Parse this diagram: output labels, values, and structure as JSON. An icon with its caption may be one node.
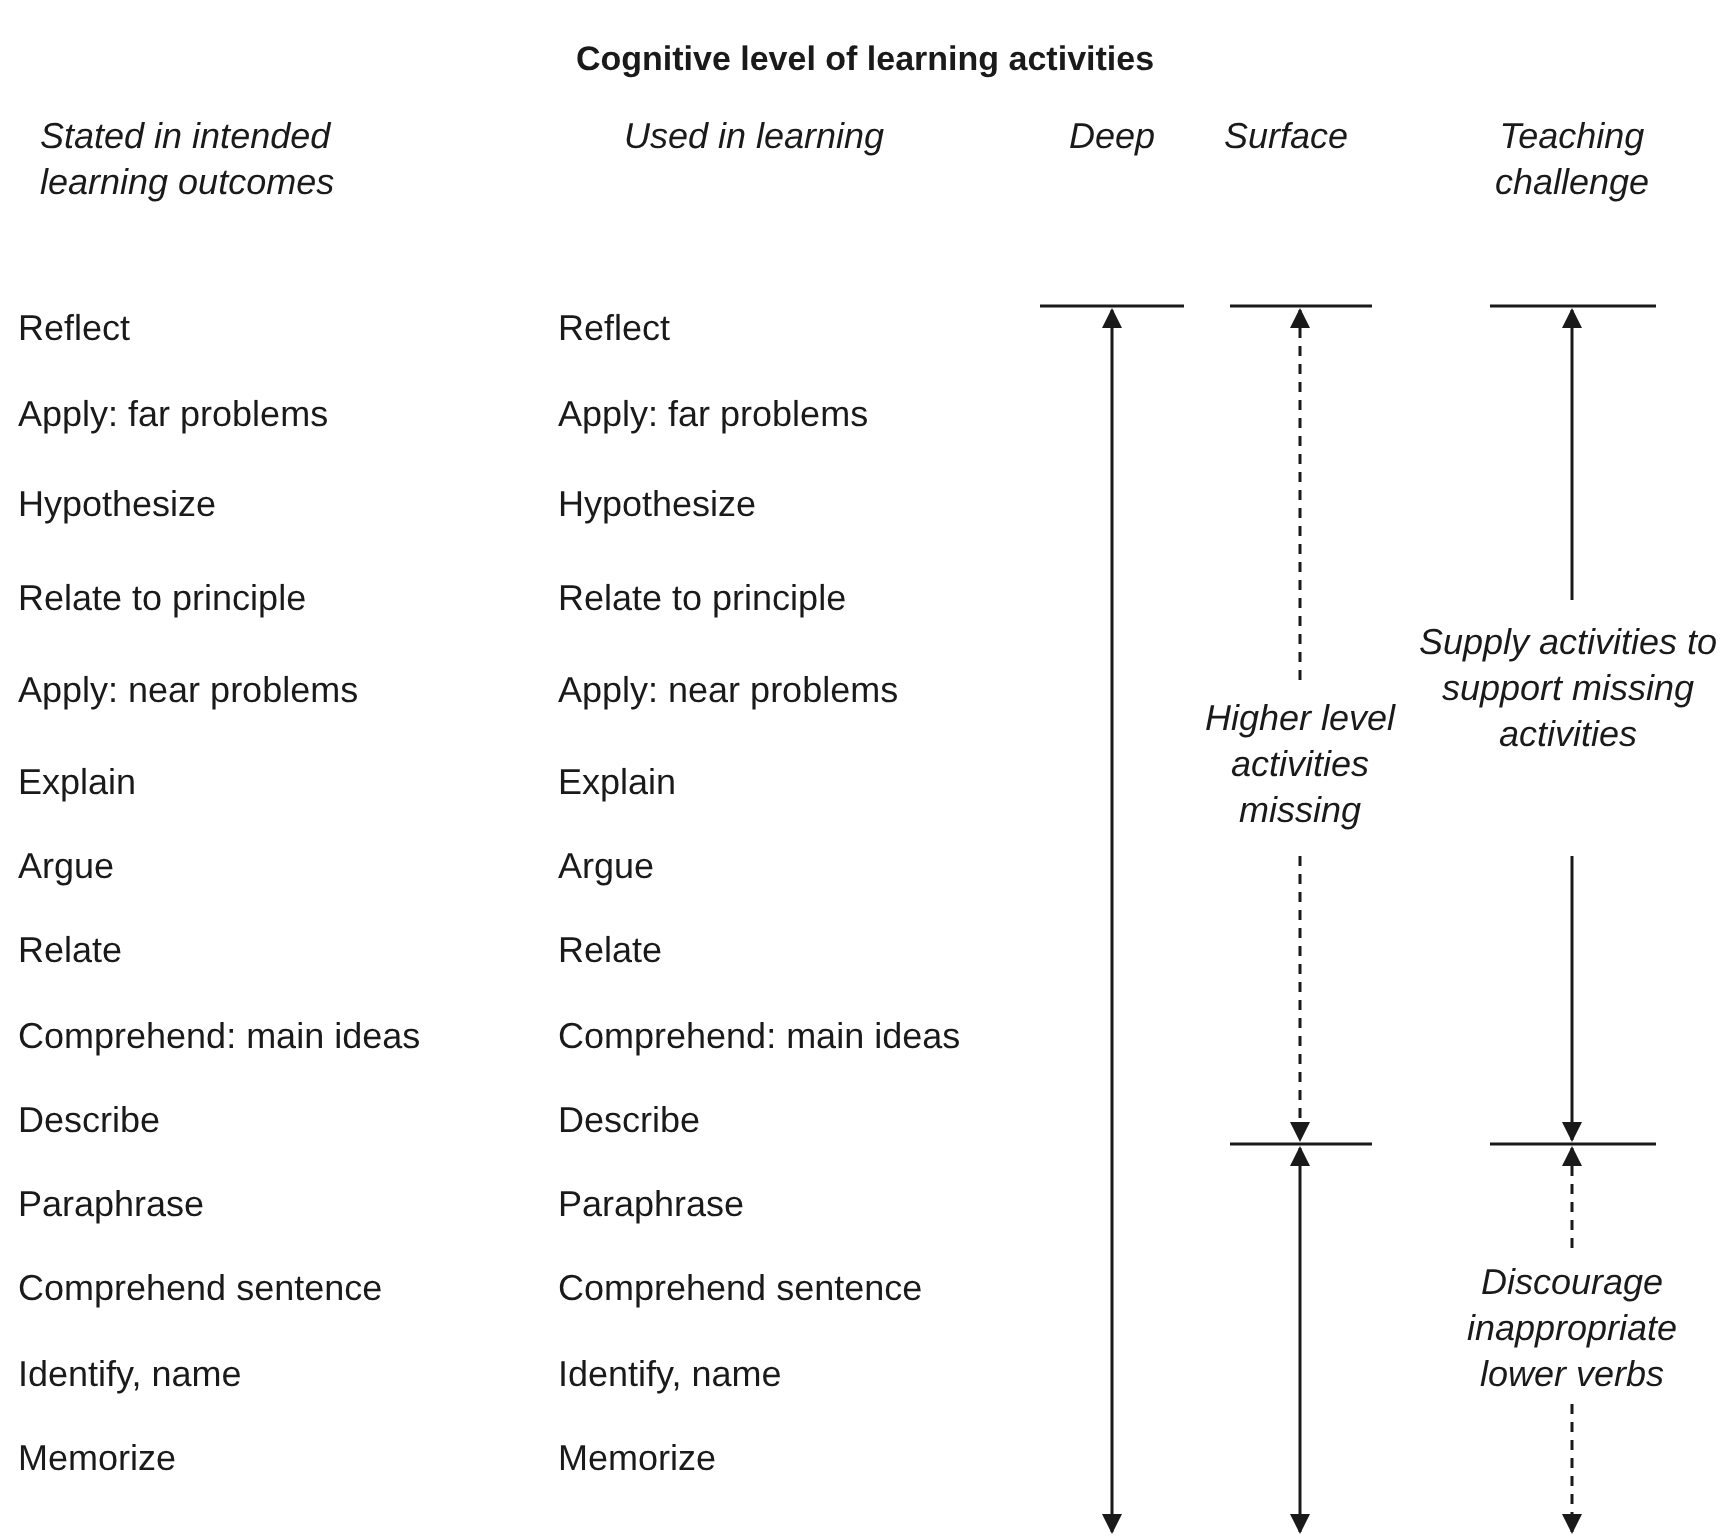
{
  "diagram": {
    "title": "Cognitive level of learning activities",
    "labels": [
      "Stated in intended learning outcomes",
      "Used in learning",
      "Deep",
      "Surface",
      "Teaching challenge",
      "Reflect",
      "Reflect",
      "Apply: far problems",
      "Apply: far problems",
      "Hypothesize",
      "Hypothesize",
      "Relate to principle",
      "Relate to principle",
      "Apply: near problems",
      "Apply: near problems",
      "Explain",
      "Explain",
      "Argue",
      "Argue",
      "Relate",
      "Relate",
      "Comprehend: main ideas",
      "Comprehend: main ideas",
      "Describe",
      "Describe",
      "Paraphrase",
      "Paraphrase",
      "Comprehend sentence",
      "Comprehend sentence",
      "Identify, name",
      "Identify, name",
      "Memorize",
      "Memorize",
      "Supply activities to support missing activities",
      "Higher level activities missing",
      "Discourage inappropriate lower verbs"
    ]
  }
}
